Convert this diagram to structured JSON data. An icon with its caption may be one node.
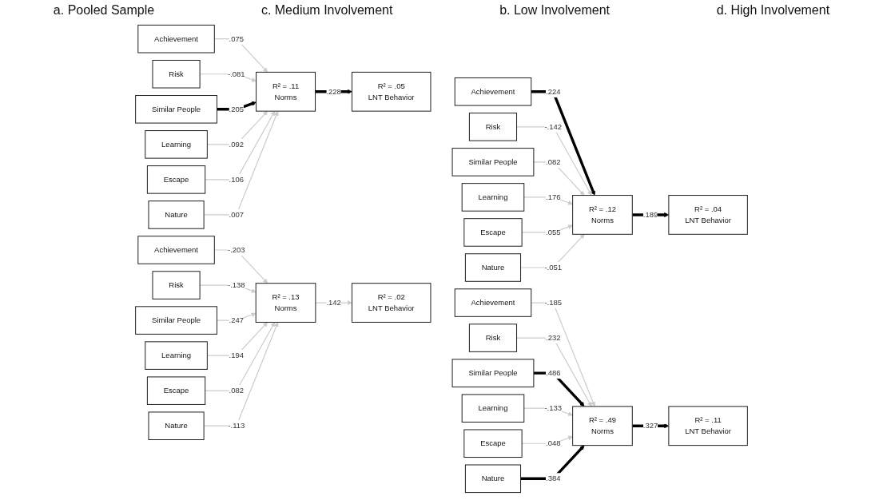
{
  "diagram": {
    "nodes": [
      {
        "text": [
          "Achievement"
        ]
      },
      {
        "text": [
          "Risk"
        ]
      },
      {
        "text": [
          "Similar People"
        ]
      },
      {
        "text": [
          "Learning"
        ]
      },
      {
        "text": [
          "Escape"
        ]
      },
      {
        "text": [
          "Nature"
        ]
      },
      {
        "text": [
          "R² = .11",
          "Norms"
        ]
      },
      {
        "text": [
          "R² = .05",
          "LNT Behavior"
        ]
      },
      {
        "text": [
          "Achievement"
        ]
      },
      {
        "text": [
          "Risk"
        ]
      },
      {
        "text": [
          "Similar People"
        ]
      },
      {
        "text": [
          "Learning"
        ]
      },
      {
        "text": [
          "Escape"
        ]
      },
      {
        "text": [
          "Nature"
        ]
      },
      {
        "text": [
          "R² = .12",
          "Norms"
        ]
      },
      {
        "text": [
          "R² = .04",
          "LNT Behavior"
        ]
      },
      {
        "text": [
          "Achievement"
        ]
      },
      {
        "text": [
          "Risk"
        ]
      },
      {
        "text": [
          "Similar People"
        ]
      },
      {
        "text": [
          "Learning"
        ]
      },
      {
        "text": [
          "Escape"
        ]
      },
      {
        "text": [
          "Nature"
        ]
      },
      {
        "text": [
          "R² = .13",
          "Norms"
        ]
      },
      {
        "text": [
          "R² = .02",
          "LNT Behavior"
        ]
      },
      {
        "text": [
          "Achievement"
        ]
      },
      {
        "text": [
          "Risk"
        ]
      },
      {
        "text": [
          "Similar People"
        ]
      },
      {
        "text": [
          "Learning"
        ]
      },
      {
        "text": [
          "Escape"
        ]
      },
      {
        "text": [
          "Nature"
        ]
      },
      {
        "text": [
          "R² = .49",
          "Norms"
        ]
      },
      {
        "text": [
          "R² = .11",
          "LNT Behavior"
        ]
      }
    ],
    "edges": [
      {
        "from": 0,
        "to": 6,
        "arrow": "to",
        "label": ".075"
      },
      {
        "from": 1,
        "to": 6,
        "arrow": "to",
        "label": "-.081"
      },
      {
        "from": 2,
        "to": 6,
        "arrow": "to",
        "label": ".205",
        "style": "thick",
        "color": "#000000"
      },
      {
        "from": 3,
        "to": 6,
        "arrow": "to",
        "label": ".092"
      },
      {
        "from": 4,
        "to": 6,
        "arrow": "to",
        "label": ".106"
      },
      {
        "from": 5,
        "to": 6,
        "arrow": "to",
        "label": ".007"
      },
      {
        "from": 6,
        "to": 7,
        "arrow": "to",
        "label": ".228",
        "style": "thick",
        "color": "#000000"
      },
      {
        "from": 8,
        "to": 14,
        "arrow": "to",
        "label": ".224",
        "style": "thick",
        "color": "#000000"
      },
      {
        "from": 9,
        "to": 14,
        "arrow": "to",
        "label": "-.142"
      },
      {
        "from": 10,
        "to": 14,
        "arrow": "to",
        "label": ".082"
      },
      {
        "from": 11,
        "to": 14,
        "arrow": "to",
        "label": ".176"
      },
      {
        "from": 12,
        "to": 14,
        "arrow": "to",
        "label": ".055"
      },
      {
        "from": 13,
        "to": 14,
        "arrow": "to",
        "label": "-.051"
      },
      {
        "from": 14,
        "to": 15,
        "arrow": "to",
        "label": ".189",
        "style": "thick",
        "color": "#000000"
      },
      {
        "from": 16,
        "to": 22,
        "arrow": "to",
        "label": "-.203"
      },
      {
        "from": 17,
        "to": 22,
        "arrow": "to",
        "label": "-.138"
      },
      {
        "from": 18,
        "to": 22,
        "arrow": "to",
        "label": ".247"
      },
      {
        "from": 19,
        "to": 22,
        "arrow": "to",
        "label": ".194"
      },
      {
        "from": 20,
        "to": 22,
        "arrow": "to",
        "label": ".082"
      },
      {
        "from": 21,
        "to": 22,
        "arrow": "to",
        "label": "-.113"
      },
      {
        "from": 22,
        "to": 23,
        "arrow": "to",
        "label": ".142"
      },
      {
        "from": 24,
        "to": 30,
        "arrow": "to",
        "label": "-.185"
      },
      {
        "from": 25,
        "to": 30,
        "arrow": "to",
        "label": ".232"
      },
      {
        "from": 26,
        "to": 30,
        "arrow": "to",
        "label": ".486",
        "style": "thick",
        "color": "#000000"
      },
      {
        "from": 27,
        "to": 30,
        "arrow": "to",
        "label": "-.133"
      },
      {
        "from": 28,
        "to": 30,
        "arrow": "to",
        "label": ".048"
      },
      {
        "from": 29,
        "to": 30,
        "arrow": "to",
        "label": ".384",
        "style": "thick",
        "color": "#000000"
      },
      {
        "from": 30,
        "to": 31,
        "arrow": "to",
        "label": ".327",
        "style": "thick",
        "color": "#000000"
      }
    ],
    "labels": [
      "a. Pooled Sample",
      "c. Medium Involvement",
      "b. Low Involvement",
      "d. High Involvement"
    ]
  }
}
